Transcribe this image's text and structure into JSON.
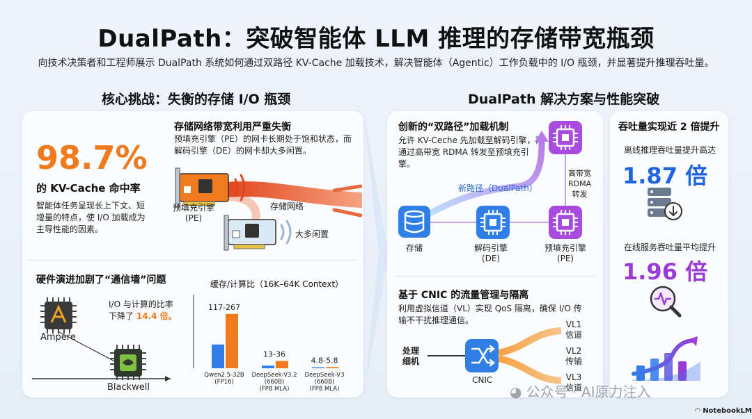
{
  "header": {
    "title": "DualPath：突破智能体 LLM 推理的存储带宽瓶颈",
    "subtitle": "向技术决策者和工程师展示 DualPath 系统如何通过双路径 KV-Cache 加载技术，解决智能体（Agentic）工作负载中的 I/O 瓶颈，并显著提升推理吞吐量。"
  },
  "left": {
    "heading": "核心挑战：失衡的存储 I/O 瓶颈",
    "hit_rate": {
      "value": "98.7%",
      "label": "的 KV-Cache 命中率",
      "desc": "智能体任务呈现长上下文、短增量的特点，使 I/O 加载成为主导性能的因素。"
    },
    "network": {
      "title": "存储网络带宽利用严重失衡",
      "desc": "预填充引擎（PE）的网卡长期处于饱和状态，而解码引擎（DE）的网卡却大多闲置。",
      "pe_label": "预填充引擎\n(PE)",
      "storage_label": "存储网络",
      "idle_label": "大多闲置"
    },
    "hardware": {
      "title": "硬件演进加剧了“通信墙”问题",
      "ratio_text_1": "I/O 与计算的比率",
      "ratio_text_2": "下降了",
      "ratio_value": "14.4 倍。",
      "chip1": "Ampere",
      "chip2": "Blackwell"
    }
  },
  "chart_data": {
    "type": "bar",
    "title": "缓存/计算比（16K–64K Context）",
    "categories": [
      "Qwen2.5-32B\n(FP16)",
      "DeepSeek-V3.2\n(660B)\n(FP8 MLA)",
      "DeepSeek-V3\n(660B)\n(FP8 MLA)"
    ],
    "series": [
      {
        "values": [
          117,
          13,
          4.8
        ]
      },
      {
        "values": [
          267,
          36,
          5.8
        ]
      }
    ],
    "range_labels": [
      "117-267",
      "13-36",
      "4.8-5.8"
    ],
    "colors": [
      "#2f7fe6",
      "#f07a1e"
    ],
    "ylim": [
      0,
      280
    ]
  },
  "right": {
    "heading": "DualPath 解决方案与性能突破",
    "mechanism": {
      "title": "创新的“双路径”加载机制",
      "desc": "允许 KV-Ceche 先加载至解码引擎，再通过高带宽 RDMA 转发至预填充引擎。",
      "new_path": "新路径（DualPath）",
      "rdma": "高带宽\nRDMA\n转发",
      "storage": "存储",
      "de": "解码引擎\n(DE)",
      "pe": "预填充引擎\n(PE)"
    },
    "cnic": {
      "title": "基于 CNIC 的流量管理与隔离",
      "desc": "利用虚拟信道（VL）实现 QoS 隔离，确保 I/O 传输不干扰推理通信。",
      "source": "处理\n细机",
      "node": "CNIC",
      "vl1": "VL1\n信道",
      "vl2": "VL2\n传输",
      "vl3": "VL3\n信道"
    },
    "throughput": {
      "title": "吞吐量实现近 2 倍提升",
      "offline_label": "离线推理吞吐量提升高达",
      "offline_value": "1.87 倍",
      "online_label": "在线服务吞吐量平均提升",
      "online_value": "1.96 倍"
    }
  },
  "footer": {
    "watermark": "公众号 · AI原力注入",
    "brand": "NotebookLM"
  }
}
